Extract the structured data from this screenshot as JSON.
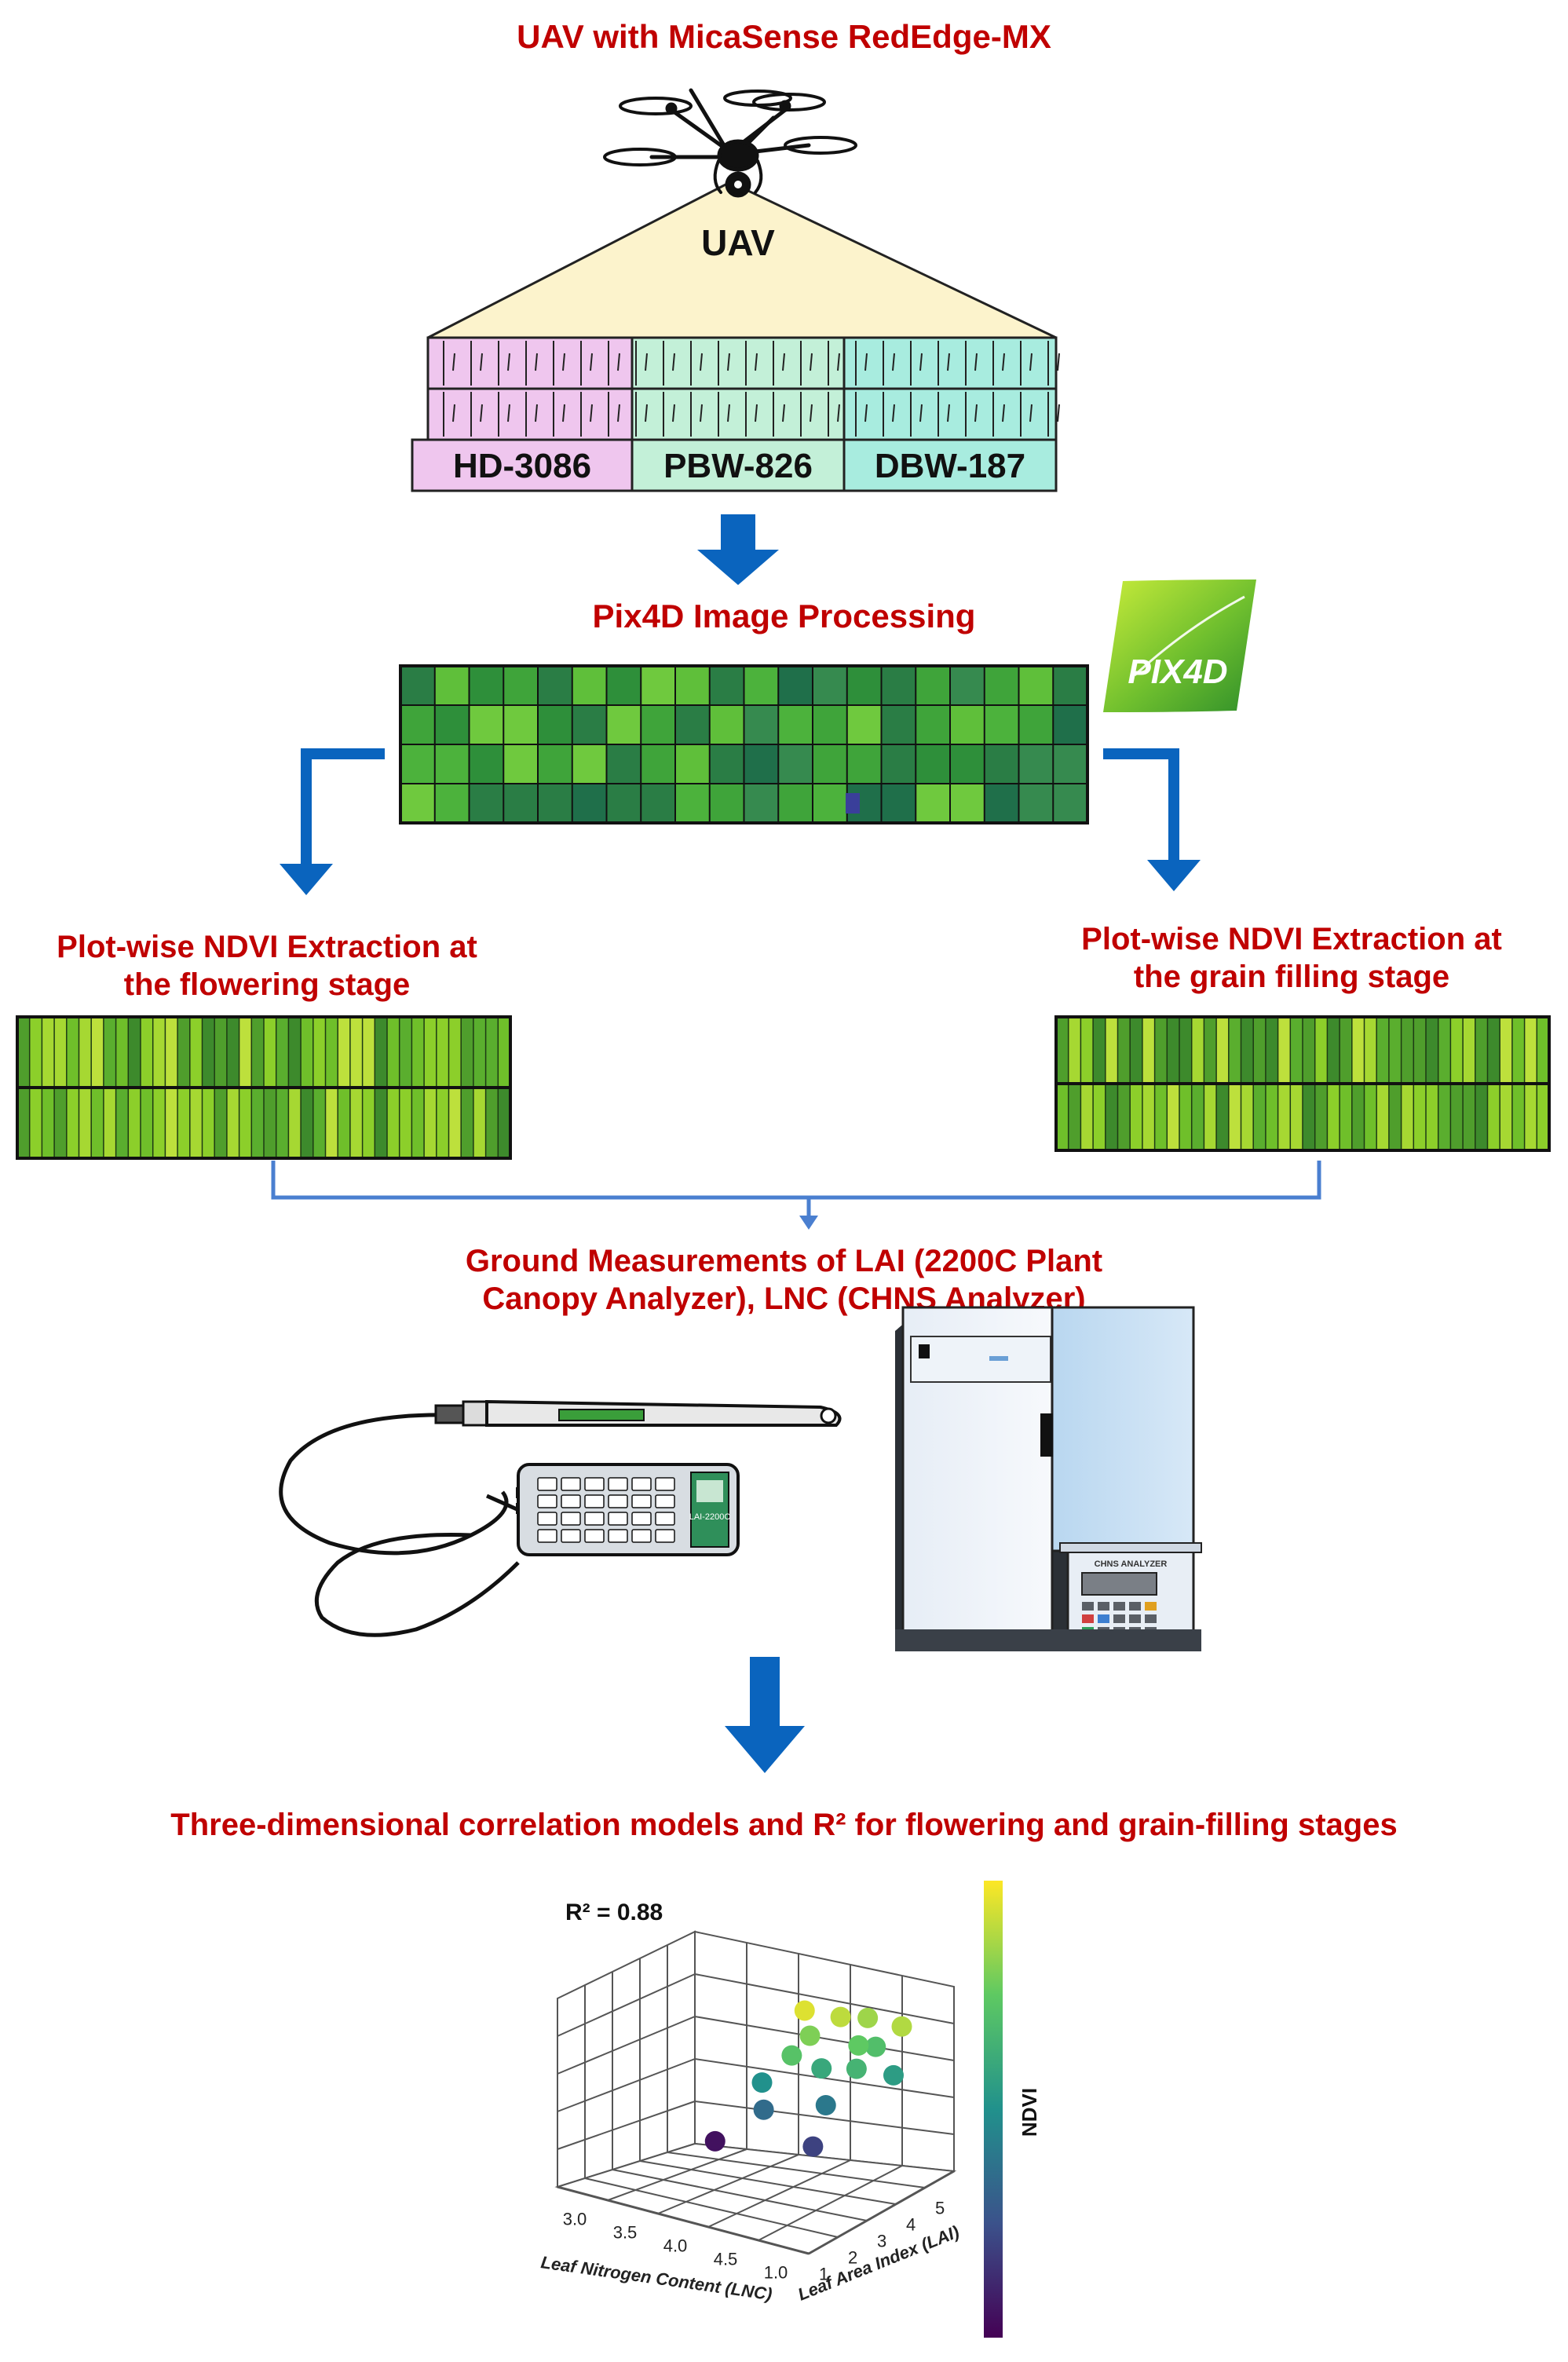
{
  "titles": {
    "uav": "UAV with MicaSense RedEdge-MX",
    "pix4d": "Pix4D Image Processing",
    "ndvi_flowering": [
      "Plot-wise NDVI Extraction at",
      "the flowering stage"
    ],
    "ndvi_grain": [
      "Plot-wise NDVI Extraction at",
      "the grain filling stage"
    ],
    "ground": [
      "Ground Measurements of LAI (2200C Plant",
      "Canopy Analyzer), LNC (CHNS Analyzer)"
    ],
    "models": "Three-dimensional correlation models and R² for flowering and grain-filling stages"
  },
  "uav_label": "UAV",
  "varieties": [
    "HD-3086",
    "PBW-826",
    "DBW-187"
  ],
  "logo_text": "PIX4D",
  "device_labels": {
    "lai_device": "LAI-2200C",
    "chns_panel": "CHNS ANALYZER"
  },
  "colors": {
    "title_red": "#c00000",
    "arrow_blue": "#0a64be",
    "line_blue": "#4a7fd0",
    "variety_pink": "#efc6ee",
    "variety_green": "#c3f0d8",
    "variety_cyan": "#a8ecdf",
    "cone_fill": "#fcf3cc",
    "pix4d_green": "#6fbf2e"
  },
  "chart_data": {
    "type": "scatter",
    "dimensions": 3,
    "annotation": "R² = 0.88",
    "xlabel": "Leaf Nitrogen Content (LNC)",
    "ylabel": "Leaf Area Index (LAI)",
    "colorbar_label": "NDVI",
    "x_ticks": [
      "3.0",
      "3.5",
      "4.0",
      "4.5",
      "1.0"
    ],
    "y_ticks": [
      "1",
      "2",
      "3",
      "4",
      "5"
    ],
    "colorscale": "viridis",
    "points": [
      {
        "lnc": 4.1,
        "lai": 4.0,
        "ndvi": 0.95
      },
      {
        "lnc": 4.3,
        "lai": 4.3,
        "ndvi": 0.9
      },
      {
        "lnc": 4.4,
        "lai": 4.7,
        "ndvi": 0.85
      },
      {
        "lnc": 4.2,
        "lai": 3.8,
        "ndvi": 0.8
      },
      {
        "lnc": 4.35,
        "lai": 3.6,
        "ndvi": 0.6
      },
      {
        "lnc": 4.5,
        "lai": 4.1,
        "ndvi": 0.75
      },
      {
        "lnc": 4.55,
        "lai": 4.4,
        "ndvi": 0.7
      },
      {
        "lnc": 4.2,
        "lai": 3.3,
        "ndvi": 0.72
      },
      {
        "lnc": 4.6,
        "lai": 3.7,
        "ndvi": 0.65
      },
      {
        "lnc": 4.7,
        "lai": 4.6,
        "ndvi": 0.88
      },
      {
        "lnc": 4.75,
        "lai": 4.2,
        "ndvi": 0.55
      },
      {
        "lnc": 4.05,
        "lai": 3.0,
        "ndvi": 0.5
      },
      {
        "lnc": 4.15,
        "lai": 2.7,
        "ndvi": 0.35
      },
      {
        "lnc": 4.5,
        "lai": 3.2,
        "ndvi": 0.4
      },
      {
        "lnc": 3.85,
        "lai": 2.4,
        "ndvi": 0.05
      },
      {
        "lnc": 4.6,
        "lai": 2.5,
        "ndvi": 0.2
      }
    ]
  }
}
